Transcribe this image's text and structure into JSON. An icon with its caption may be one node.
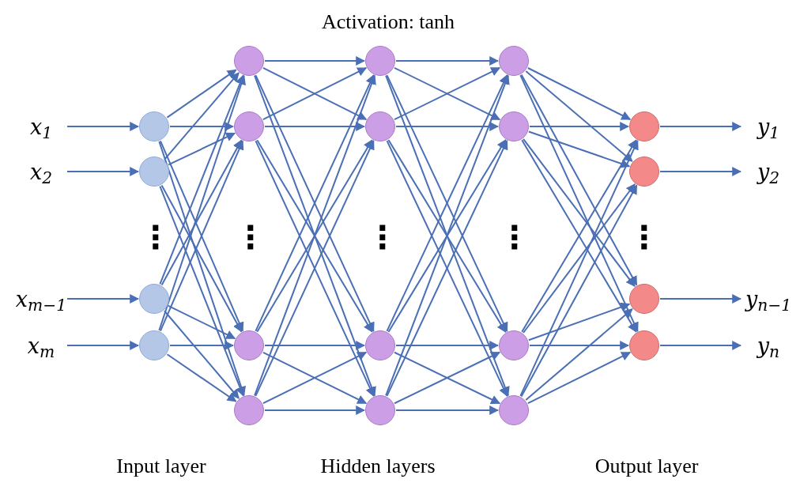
{
  "diagram": {
    "title": "Activation: tanh",
    "nodes": [
      {
        "text": [
          "x$_{1}$"
        ]
      },
      {
        "text": [
          "x$_{2}$"
        ]
      },
      {
        "text": [
          "x$_{m−1}$"
        ]
      },
      {
        "text": [
          "x$_{m}$"
        ]
      },
      {
        "text": [],
        "shape": "circle"
      },
      {
        "text": [],
        "shape": "circle"
      },
      {
        "text": [],
        "shape": "circle"
      },
      {
        "text": [],
        "shape": "circle"
      },
      {
        "text": [],
        "shape": "circle"
      },
      {
        "text": [],
        "shape": "circle"
      },
      {
        "text": [],
        "shape": "circle"
      },
      {
        "text": [],
        "shape": "circle"
      },
      {
        "text": [],
        "shape": "circle"
      },
      {
        "text": [],
        "shape": "circle"
      },
      {
        "text": [],
        "shape": "circle"
      },
      {
        "text": [],
        "shape": "circle"
      },
      {
        "text": [],
        "shape": "circle"
      },
      {
        "text": [],
        "shape": "circle"
      },
      {
        "text": [],
        "shape": "circle"
      },
      {
        "text": [],
        "shape": "circle"
      },
      {
        "text": [],
        "shape": "circle"
      },
      {
        "text": [],
        "shape": "circle"
      },
      {
        "text": [],
        "shape": "circle"
      },
      {
        "text": [],
        "shape": "circle"
      },
      {
        "text": [
          "y$_{1}$"
        ]
      },
      {
        "text": [
          "y$_{2}$"
        ]
      },
      {
        "text": [
          "y$_{n−1}$"
        ]
      },
      {
        "text": [
          "y$_{n}$"
        ]
      }
    ],
    "edges": [
      {
        "from": 0,
        "to": 4,
        "arrow": "to"
      },
      {
        "from": 1,
        "to": 5,
        "arrow": "to"
      },
      {
        "from": 2,
        "to": 6,
        "arrow": "to"
      },
      {
        "from": 3,
        "to": 7,
        "arrow": "to"
      },
      {
        "from": 4,
        "to": 8,
        "arrow": "to"
      },
      {
        "from": 4,
        "to": 9,
        "arrow": "to"
      },
      {
        "from": 4,
        "to": 10,
        "arrow": "to"
      },
      {
        "from": 4,
        "to": 11,
        "arrow": "to"
      },
      {
        "from": 5,
        "to": 8,
        "arrow": "to"
      },
      {
        "from": 5,
        "to": 9,
        "arrow": "to"
      },
      {
        "from": 5,
        "to": 10,
        "arrow": "to"
      },
      {
        "from": 5,
        "to": 11,
        "arrow": "to"
      },
      {
        "from": 6,
        "to": 8,
        "arrow": "to"
      },
      {
        "from": 6,
        "to": 9,
        "arrow": "to"
      },
      {
        "from": 6,
        "to": 10,
        "arrow": "to"
      },
      {
        "from": 6,
        "to": 11,
        "arrow": "to"
      },
      {
        "from": 7,
        "to": 8,
        "arrow": "to"
      },
      {
        "from": 7,
        "to": 9,
        "arrow": "to"
      },
      {
        "from": 7,
        "to": 10,
        "arrow": "to"
      },
      {
        "from": 7,
        "to": 11,
        "arrow": "to"
      },
      {
        "from": 8,
        "to": 12,
        "arrow": "to"
      },
      {
        "from": 8,
        "to": 13,
        "arrow": "to"
      },
      {
        "from": 8,
        "to": 14,
        "arrow": "to"
      },
      {
        "from": 8,
        "to": 15,
        "arrow": "to"
      },
      {
        "from": 9,
        "to": 12,
        "arrow": "to"
      },
      {
        "from": 9,
        "to": 13,
        "arrow": "to"
      },
      {
        "from": 9,
        "to": 14,
        "arrow": "to"
      },
      {
        "from": 9,
        "to": 15,
        "arrow": "to"
      },
      {
        "from": 10,
        "to": 12,
        "arrow": "to"
      },
      {
        "from": 10,
        "to": 13,
        "arrow": "to"
      },
      {
        "from": 10,
        "to": 14,
        "arrow": "to"
      },
      {
        "from": 10,
        "to": 15,
        "arrow": "to"
      },
      {
        "from": 11,
        "to": 12,
        "arrow": "to"
      },
      {
        "from": 11,
        "to": 13,
        "arrow": "to"
      },
      {
        "from": 11,
        "to": 14,
        "arrow": "to"
      },
      {
        "from": 11,
        "to": 15,
        "arrow": "to"
      },
      {
        "from": 12,
        "to": 16,
        "arrow": "to"
      },
      {
        "from": 12,
        "to": 17,
        "arrow": "to"
      },
      {
        "from": 12,
        "to": 18,
        "arrow": "to"
      },
      {
        "from": 12,
        "to": 19,
        "arrow": "to"
      },
      {
        "from": 13,
        "to": 16,
        "arrow": "to"
      },
      {
        "from": 13,
        "to": 17,
        "arrow": "to"
      },
      {
        "from": 13,
        "to": 18,
        "arrow": "to"
      },
      {
        "from": 13,
        "to": 19,
        "arrow": "to"
      },
      {
        "from": 14,
        "to": 16,
        "arrow": "to"
      },
      {
        "from": 14,
        "to": 17,
        "arrow": "to"
      },
      {
        "from": 14,
        "to": 18,
        "arrow": "to"
      },
      {
        "from": 14,
        "to": 19,
        "arrow": "to"
      },
      {
        "from": 15,
        "to": 16,
        "arrow": "to"
      },
      {
        "from": 15,
        "to": 17,
        "arrow": "to"
      },
      {
        "from": 15,
        "to": 18,
        "arrow": "to"
      },
      {
        "from": 15,
        "to": 19,
        "arrow": "to"
      },
      {
        "from": 16,
        "to": 20,
        "arrow": "to"
      },
      {
        "from": 16,
        "to": 21,
        "arrow": "to"
      },
      {
        "from": 16,
        "to": 22,
        "arrow": "to"
      },
      {
        "from": 16,
        "to": 23,
        "arrow": "to"
      },
      {
        "from": 17,
        "to": 20,
        "arrow": "to"
      },
      {
        "from": 17,
        "to": 21,
        "arrow": "to"
      },
      {
        "from": 17,
        "to": 22,
        "arrow": "to"
      },
      {
        "from": 17,
        "to": 23,
        "arrow": "to"
      },
      {
        "from": 18,
        "to": 20,
        "arrow": "to"
      },
      {
        "from": 18,
        "to": 21,
        "arrow": "to"
      },
      {
        "from": 18,
        "to": 22,
        "arrow": "to"
      },
      {
        "from": 18,
        "to": 23,
        "arrow": "to"
      },
      {
        "from": 19,
        "to": 20,
        "arrow": "to"
      },
      {
        "from": 19,
        "to": 21,
        "arrow": "to"
      },
      {
        "from": 19,
        "to": 22,
        "arrow": "to"
      },
      {
        "from": 19,
        "to": 23,
        "arrow": "to"
      },
      {
        "from": 20,
        "to": 24,
        "arrow": "to"
      },
      {
        "from": 21,
        "to": 25,
        "arrow": "to"
      },
      {
        "from": 22,
        "to": 26,
        "arrow": "to"
      },
      {
        "from": 23,
        "to": 27,
        "arrow": "to"
      }
    ],
    "labels": [
      "⋮",
      "⋮",
      "⋮",
      "⋮",
      "⋮",
      "Input layer",
      "Hidden layers",
      "Output layer"
    ]
  }
}
